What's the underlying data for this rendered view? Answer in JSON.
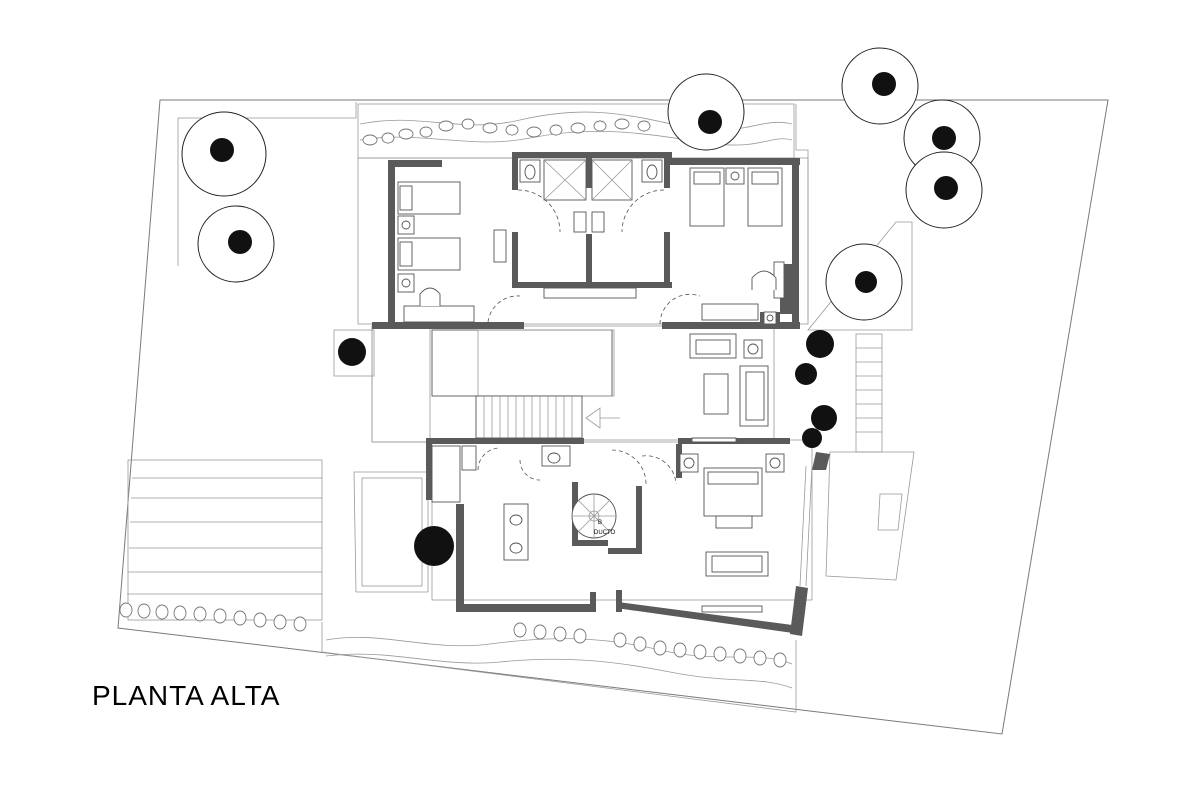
{
  "drawing": {
    "title": "PLANTA ALTA",
    "labels": {
      "stair_mark": "B",
      "duct": "DUCTO"
    }
  }
}
